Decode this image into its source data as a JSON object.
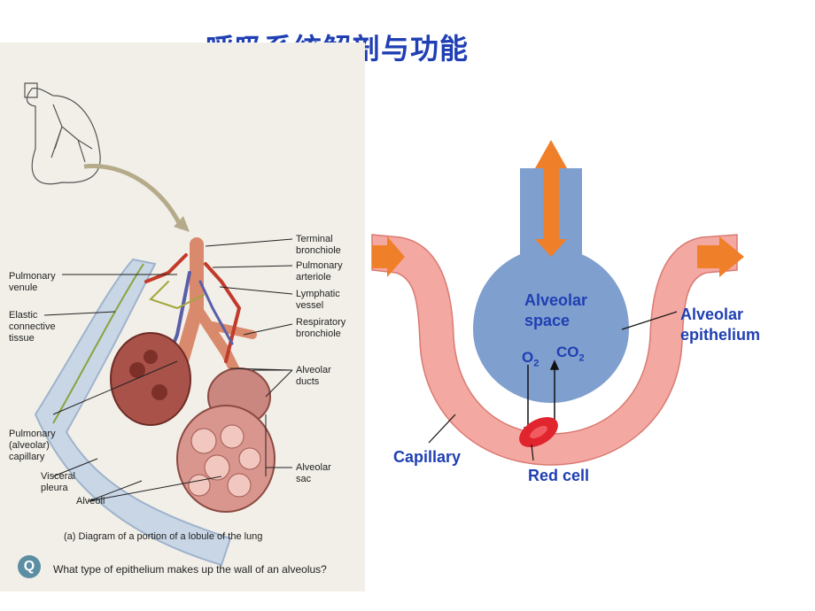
{
  "title": "呼吸系统解剖与功能",
  "left_figure": {
    "labels": {
      "terminal_bronchiole": "Terminal\nbronchiole",
      "pulmonary_arteriole": "Pulmonary\narteriole",
      "lymphatic_vessel": "Lymphatic\nvessel",
      "respiratory_bronchiole": "Respiratory\nbronchiole",
      "alveolar_ducts": "Alveolar\nducts",
      "alveolar_sac": "Alveolar\nsac",
      "pulmonary_venule": "Pulmonary\nvenule",
      "elastic_tissue": "Elastic\nconnective\ntissue",
      "pulmonary_capillary": "Pulmonary\n(alveolar)\ncapillary",
      "visceral_pleura": "Visceral\npleura",
      "alveoli": "Alveoli"
    },
    "caption": "(a) Diagram of a portion of a lobule of the lung",
    "question_icon": "Q",
    "question": "What type of epithelium makes up the wall of an alveolus?"
  },
  "right_figure": {
    "alveolar_space": "Alveolar\nspace",
    "alveolar_epithelium": "Alveolar\nepithelium",
    "o2": "O",
    "o2_sub": "2",
    "co2": "CO",
    "co2_sub": "2",
    "capillary": "Capillary",
    "red_cell": "Red cell",
    "colors": {
      "capillary_fill": "#f4a8a2",
      "alveolus_fill": "#7f9fce",
      "arrow_orange": "#f07f2a",
      "label_blue": "#1f3fb3",
      "red_cell": "#e0252f"
    }
  }
}
